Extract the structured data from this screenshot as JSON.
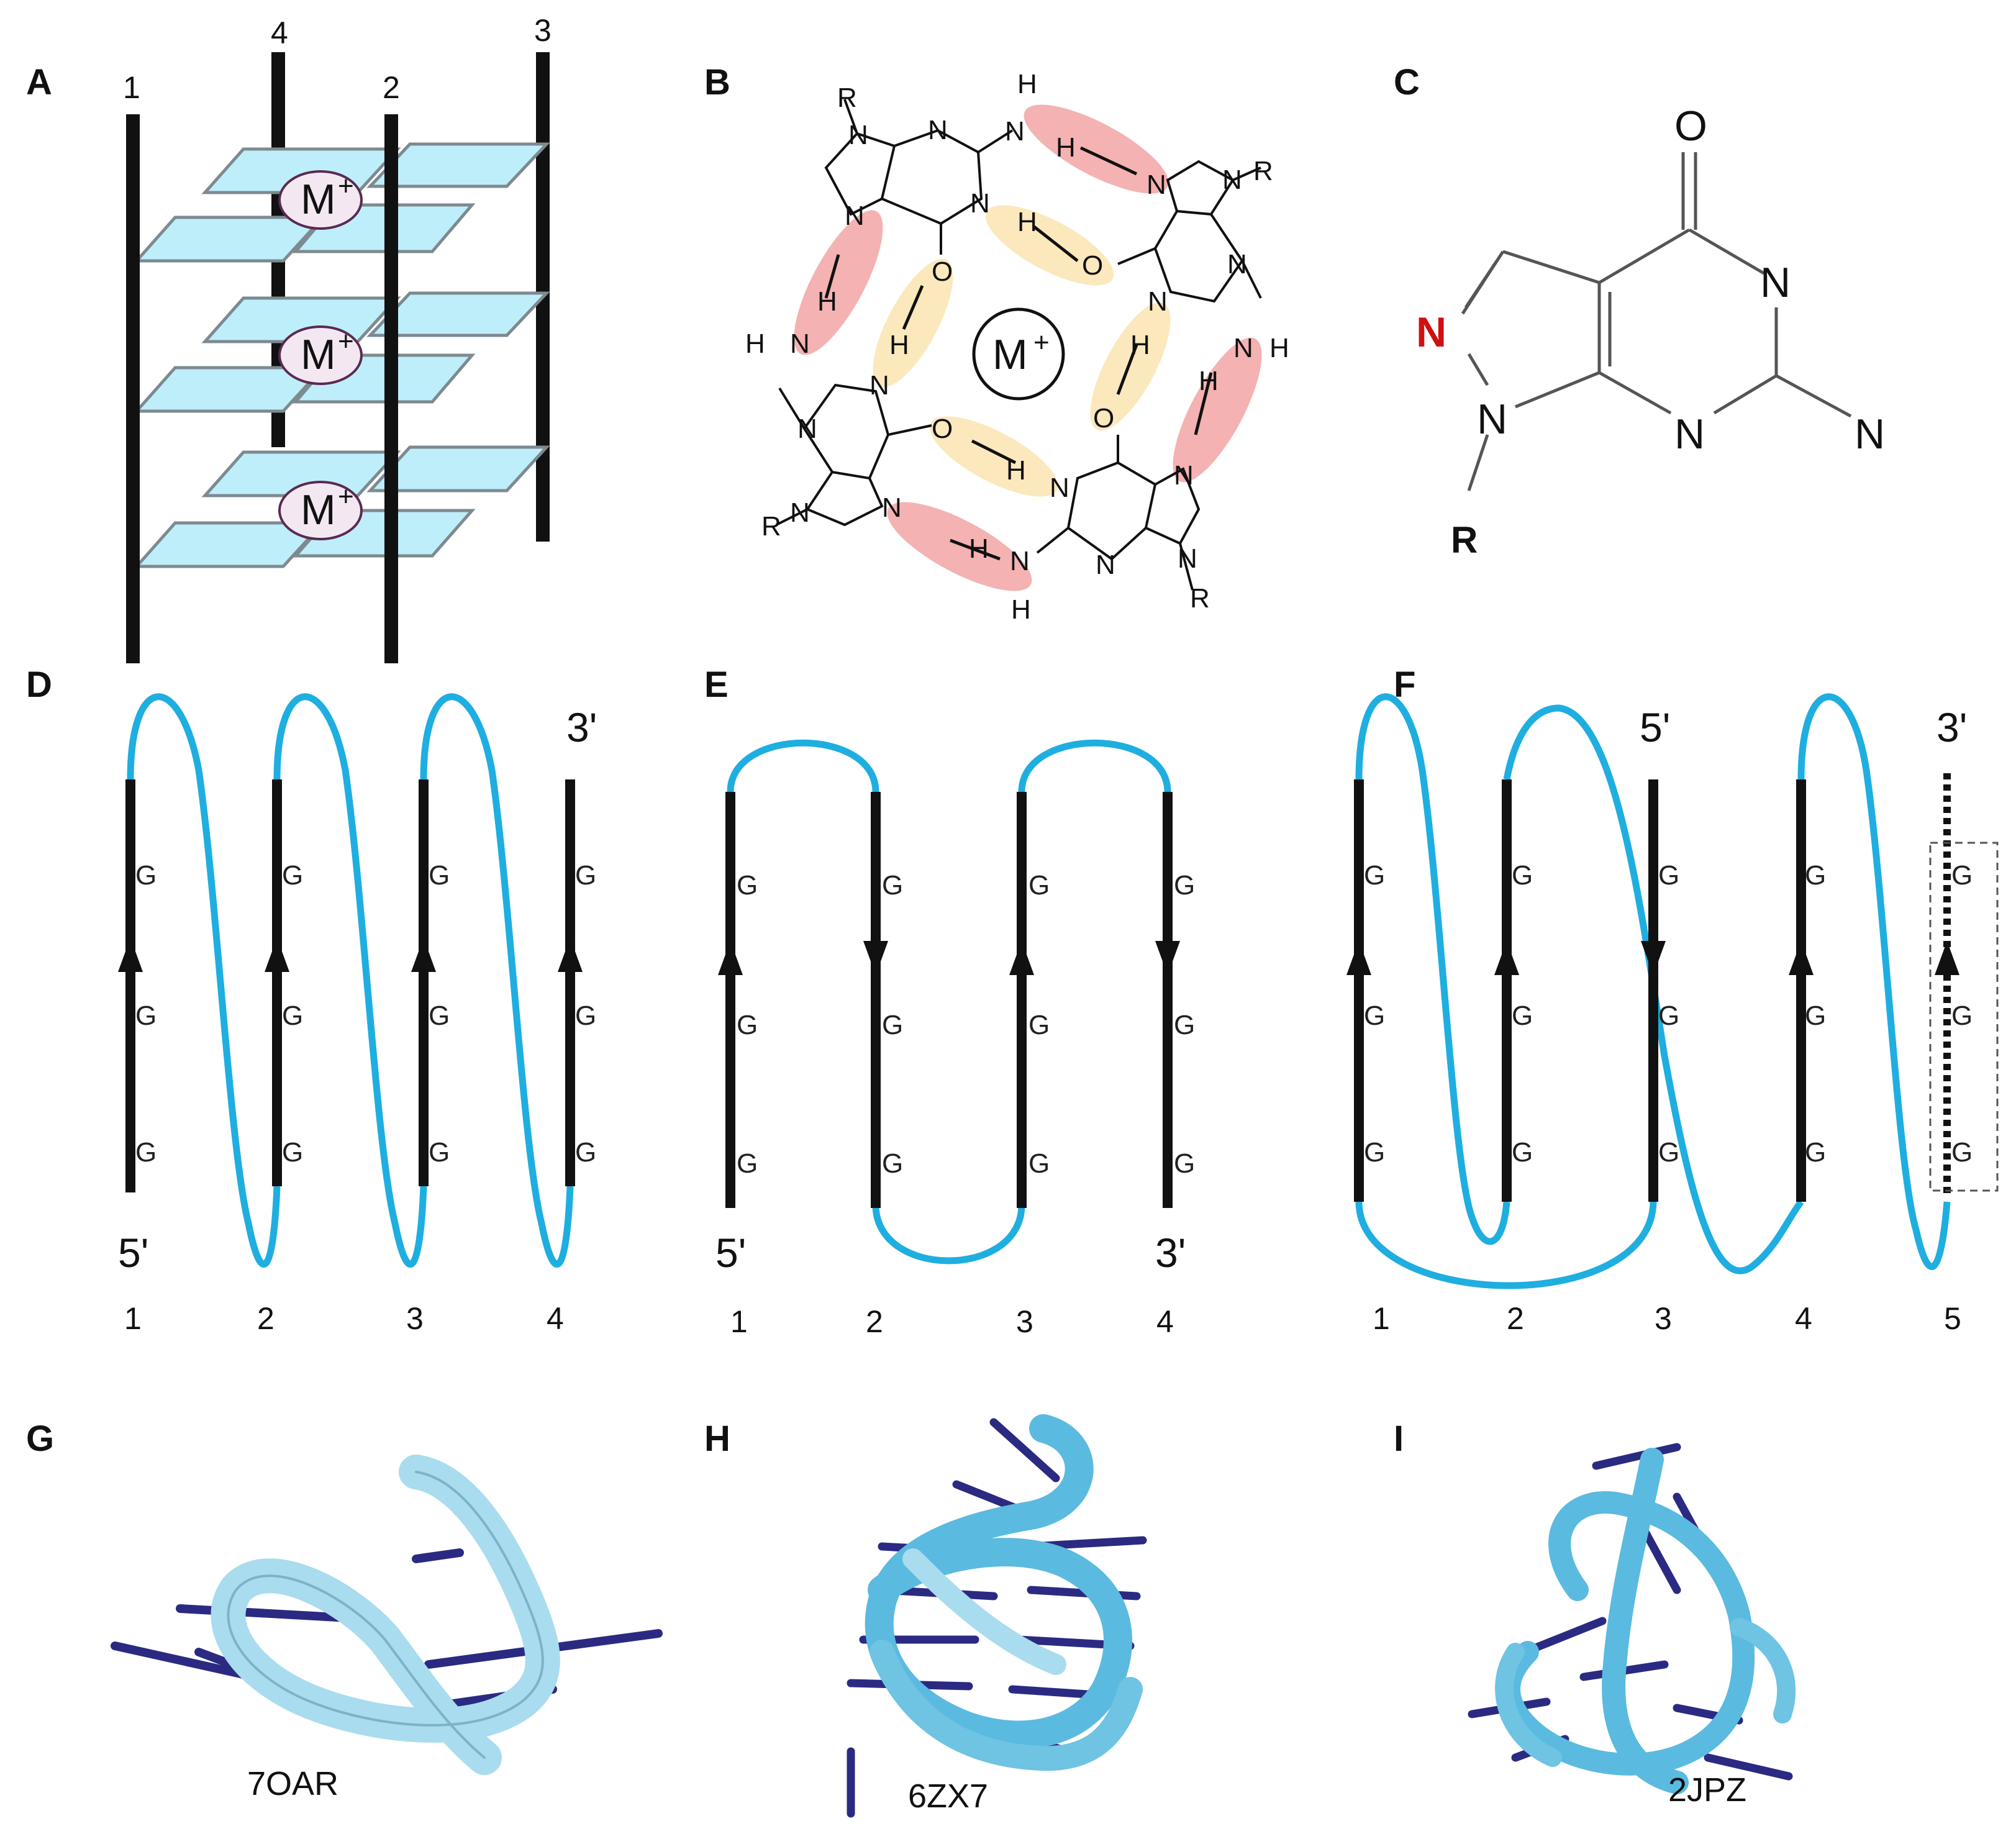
{
  "panel_labels": {
    "A": "A",
    "B": "B",
    "C": "C",
    "D": "D",
    "E": "E",
    "F": "F",
    "G": "G",
    "H": "H",
    "I": "I"
  },
  "colors": {
    "loop": "#1faee0",
    "plate": "#bfeefb",
    "ion_fill": "#f3e8f1",
    "hbond_red": "#f2a5a5",
    "hbond_yellow": "#fbe6b5",
    "ribbon": "#5bbadf",
    "ribbon_light": "#a9dcee",
    "base": "#2b2a82",
    "highlight_n": "#d01010"
  },
  "panelA": {
    "strand_labels": [
      "1",
      "4",
      "2",
      "3"
    ],
    "ion_label": "M",
    "ion_charge": "+"
  },
  "panelB": {
    "ion_label": "M",
    "ion_charge": "+",
    "atoms": {
      "N": "N",
      "H": "H",
      "O": "O",
      "R": "R"
    }
  },
  "panelC": {
    "atoms": {
      "O": "O",
      "N": "N",
      "N_highlight": "N",
      "R": "R"
    }
  },
  "panelD": {
    "five_prime": "5'",
    "three_prime": "3'",
    "strand_numbers": [
      "1",
      "2",
      "3",
      "4"
    ],
    "bases": [
      "G",
      "G",
      "G"
    ]
  },
  "panelE": {
    "five_prime": "5'",
    "three_prime": "3'",
    "strand_numbers": [
      "1",
      "2",
      "3",
      "4"
    ],
    "bases": [
      "G",
      "G",
      "G"
    ]
  },
  "panelF": {
    "five_prime": "5'",
    "three_prime": "3'",
    "strand_numbers": [
      "1",
      "2",
      "3",
      "4",
      "5"
    ],
    "bases": [
      "G",
      "G",
      "G"
    ]
  },
  "structures": [
    {
      "panel": "G",
      "pdb_id": "7OAR"
    },
    {
      "panel": "H",
      "pdb_id": "6ZX7"
    },
    {
      "panel": "I",
      "pdb_id": "2JPZ"
    }
  ]
}
